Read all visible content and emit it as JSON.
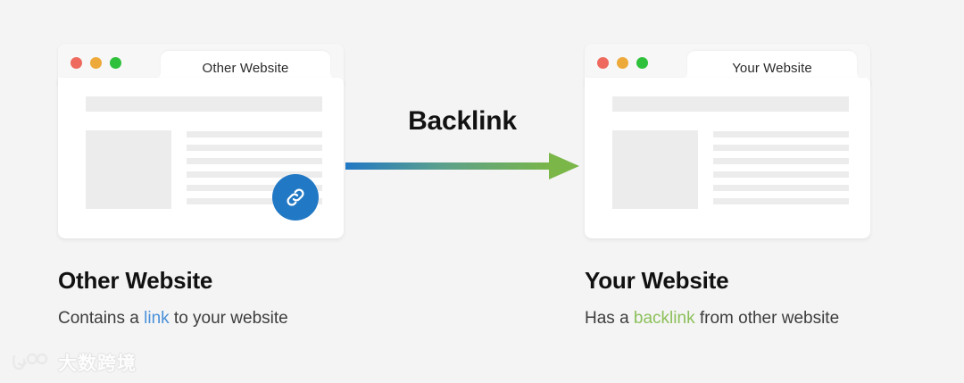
{
  "page": {
    "background_color": "#f4f4f4",
    "title": "Backlink diagram"
  },
  "arrow": {
    "label": "Backlink",
    "gradient_start": "#2178c4",
    "gradient_end": "#7ab648",
    "direction": "left-to-right"
  },
  "browsers": [
    {
      "id": "other-website",
      "tab_label": "Other Website",
      "traffic_lights": [
        "#ee6a5f",
        "#eda93a",
        "#2fc13c"
      ],
      "skeleton": {
        "banner": true,
        "image_block": true,
        "line_count": 6
      },
      "badge": {
        "icon": "link-icon",
        "color": "#2178c4",
        "visible": true
      }
    },
    {
      "id": "your-website",
      "tab_label": "Your Website",
      "traffic_lights": [
        "#ee6a5f",
        "#eda93a",
        "#2fc13c"
      ],
      "skeleton": {
        "banner": true,
        "image_block": true,
        "line_count": 6
      },
      "badge": {
        "icon": "link-icon",
        "color": "#2178c4",
        "visible": false
      }
    }
  ],
  "captions": [
    {
      "id": "other-website",
      "title": "Other Website",
      "sub_before": "Contains a ",
      "sub_highlight": "link",
      "sub_after": " to your website",
      "highlight_color": "#4a90d9"
    },
    {
      "id": "your-website",
      "title": "Your Website",
      "sub_before": "Has a ",
      "sub_highlight": "backlink",
      "sub_after": " from other website",
      "highlight_color": "#8cc05a"
    }
  ],
  "watermark": {
    "text": "大数跨境",
    "logo_name": "dashu-logo-icon"
  }
}
